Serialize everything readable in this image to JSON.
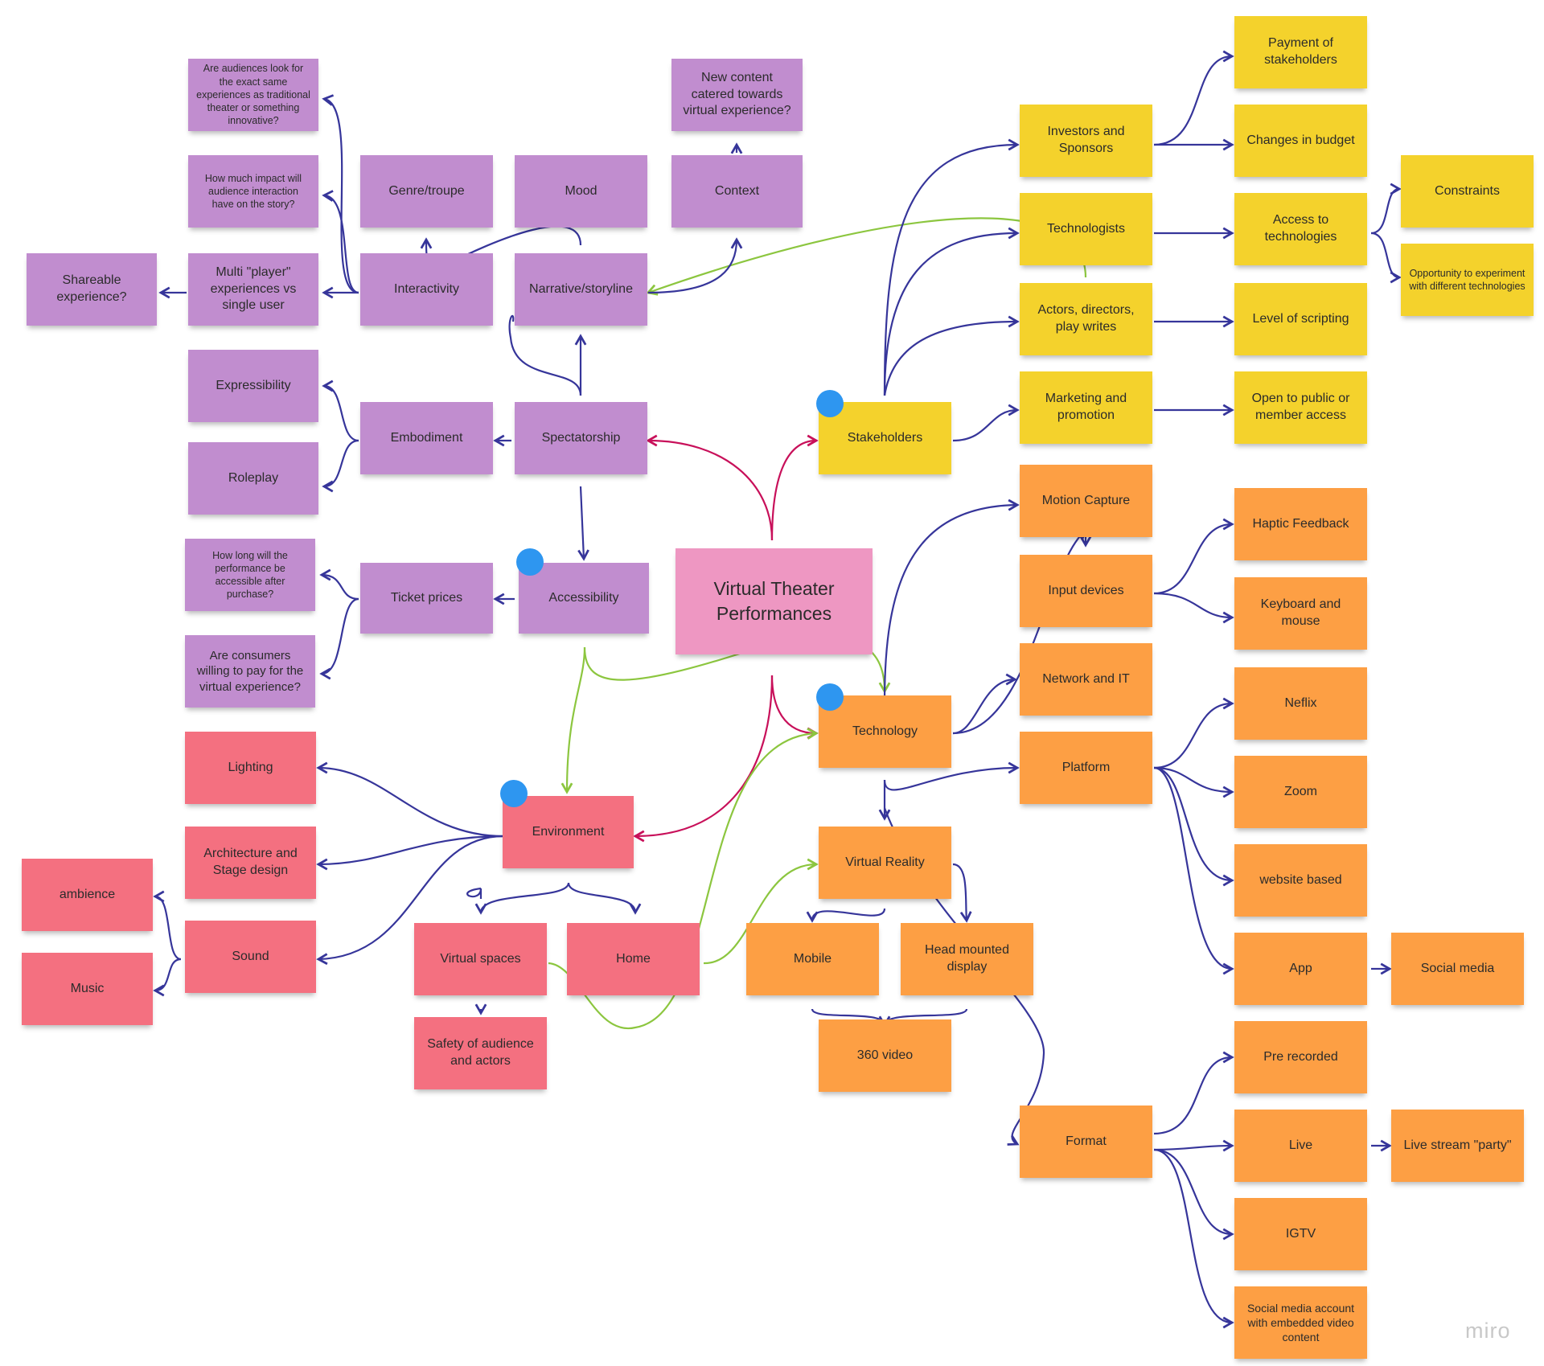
{
  "colors": {
    "purple": "#c18dcf",
    "yellow": "#f4d22c",
    "orange": "#fd9f44",
    "red": "#f47080",
    "pink": "#ee97c2",
    "link_blue": "#36359a",
    "link_green": "#8cc63f",
    "link_crimson": "#c8105a",
    "marker": "#2e96f0"
  },
  "logo": "miro",
  "notes": {
    "center": "Virtual Theater Performances",
    "spectatorship": "Spectatorship",
    "narrative": "Narrative/storyline",
    "mood": "Mood",
    "genre": "Genre/troupe",
    "context": "Context",
    "new_content": "New content catered towards virtual experience?",
    "interactivity": "Interactivity",
    "multi_player": "Multi \"player\" experiences vs single user",
    "shareable": "Shareable experience?",
    "q_audiences": "Are audiences look for the exact same experiences as traditional theater or something innovative?",
    "q_impact": "How much impact will audience interaction have on the story?",
    "embodiment": "Embodiment",
    "expressibility": "Expressibility",
    "roleplay": "Roleplay",
    "accessibility": "Accessibility",
    "ticket_prices": "Ticket prices",
    "q_how_long": "How long will the performance be accessible after purchase?",
    "q_consumers": "Are consumers willing to pay for the virtual experience?",
    "environment": "Environment",
    "lighting": "Lighting",
    "architecture": "Architecture and Stage design",
    "sound": "Sound",
    "ambience": "ambience",
    "music": "Music",
    "virtual_spaces": "Virtual spaces",
    "home": "Home",
    "safety": "Safety of audience and actors",
    "stakeholders": "Stakeholders",
    "investors": "Investors and Sponsors",
    "technologists": "Technologists",
    "actors": "Actors, directors, play writes",
    "marketing": "Marketing and promotion",
    "payment": "Payment of stakeholders",
    "budget": "Changes in budget",
    "access_tech": "Access to technologies",
    "constraints": "Constraints",
    "opportunity": "Opportunity to experiment with different technologies",
    "scripting": "Level of scripting",
    "open_public": "Open to public or member access",
    "technology": "Technology",
    "motion_capture": "Motion Capture",
    "input_devices": "Input devices",
    "haptic": "Haptic Feedback",
    "keyboard": "Keyboard and mouse",
    "network": "Network and IT",
    "platform": "Platform",
    "neflix": "Neflix",
    "zoom": "Zoom",
    "website": "website based",
    "app": "App",
    "social_media": "Social media",
    "vr": "Virtual Reality",
    "mobile": "Mobile",
    "hmd": "Head mounted display",
    "video360": "360 video",
    "format": "Format",
    "pre_recorded": "Pre recorded",
    "live": "Live",
    "live_party": "Live stream \"party\"",
    "igtv": "IGTV",
    "social_account": "Social media account with embedded video content"
  }
}
